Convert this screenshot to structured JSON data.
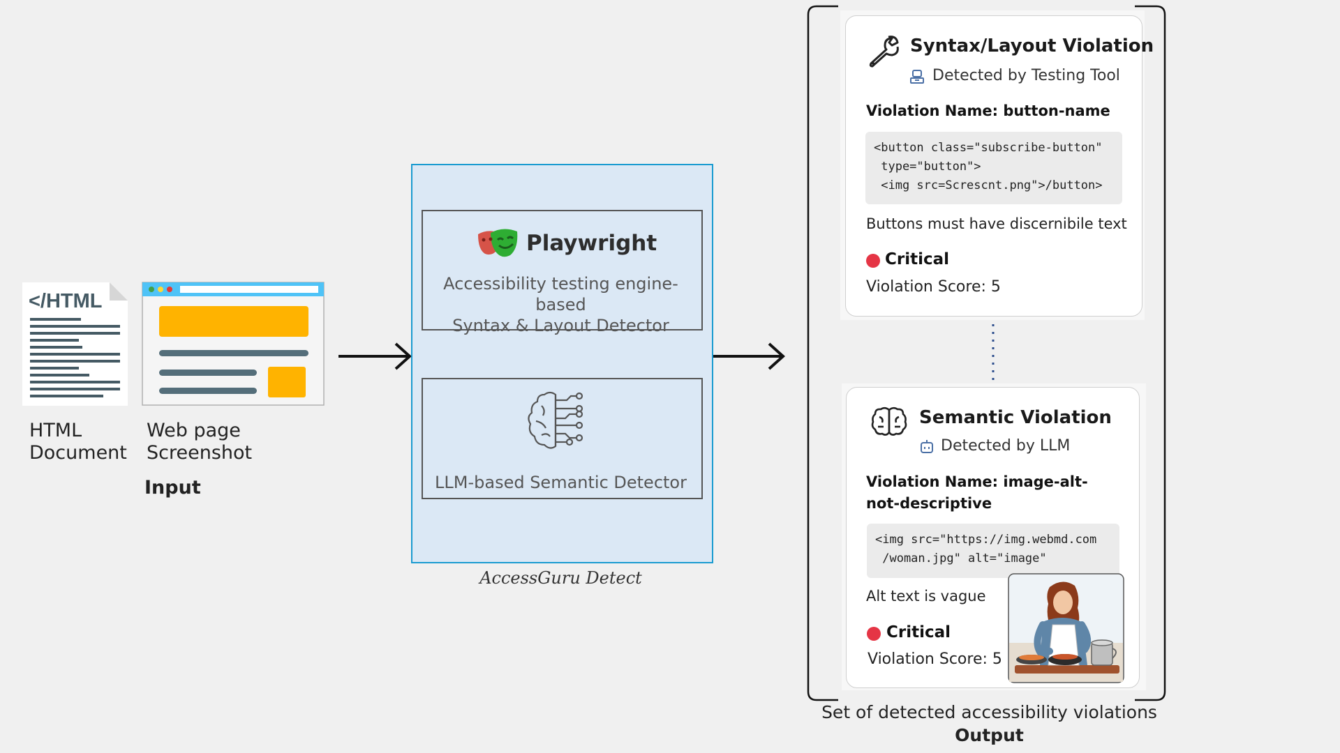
{
  "input": {
    "html_icon_text": "</HTML",
    "html_label_1": "HTML",
    "html_label_2": "Document",
    "screenshot_label_1": "Web page",
    "screenshot_label_2": "Screenshot",
    "section_label": "Input"
  },
  "detector": {
    "playwright_title": "Playwright",
    "playwright_desc_1": "Accessibility testing engine-based",
    "playwright_desc_2": "Syntax & Layout Detector",
    "llm_desc": "LLM-based Semantic Detector",
    "caption": "AccessGuru Detect"
  },
  "output": {
    "caption": "Set of detected accessibility violations",
    "section_label": "Output",
    "card1": {
      "title": "Syntax/Layout Violation",
      "detected_by": "Detected by Testing Tool",
      "violation_name": "Violation Name: button-name",
      "code": "<button class=\"subscribe-button\"\n type=\"button\">\n <img src=Screscnt.png\">/button>",
      "message": "Buttons must have discernibile text",
      "severity": "Critical",
      "score": "Violation Score: 5"
    },
    "card2": {
      "title": "Semantic Violation",
      "detected_by": "Detected by LLM",
      "violation_name_1": "Violation Name: image-alt-",
      "violation_name_2": "not-descriptive",
      "code": "<img src=\"https://img.webmd.com\n /woman.jpg\" alt=\"image\"",
      "message": "Alt text is vague",
      "severity": "Critical",
      "score": "Violation Score: 5"
    }
  },
  "colors": {
    "detector_fill": "#dbe8f5",
    "detector_border": "#1a9bd0",
    "severity_critical": "#e53545",
    "screenshot_accent": "#ffb300",
    "bars": "#546e7a"
  },
  "icons": [
    "html-document-icon",
    "browser-screenshot-icon",
    "playwright-logo-icon",
    "brain-circuit-icon",
    "wrench-icon",
    "robot-icon",
    "brain-icon",
    "woman-cooking-image"
  ]
}
